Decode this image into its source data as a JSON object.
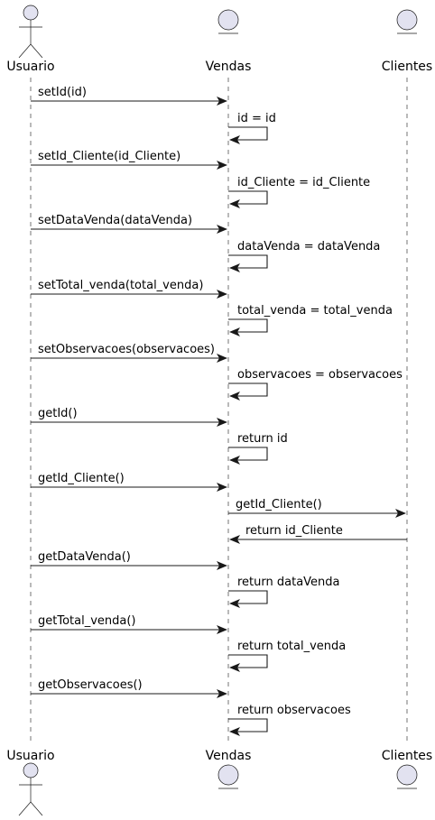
{
  "diagram": {
    "type": "sequence",
    "participants": [
      {
        "id": "usuario",
        "label": "Usuario",
        "kind": "actor"
      },
      {
        "id": "vendas",
        "label": "Vendas",
        "kind": "entity"
      },
      {
        "id": "clientes",
        "label": "Clientes",
        "kind": "entity"
      }
    ],
    "messages": [
      {
        "from": "usuario",
        "to": "vendas",
        "label": "setId(id)"
      },
      {
        "from": "vendas",
        "to": "vendas",
        "label": "id = id"
      },
      {
        "from": "usuario",
        "to": "vendas",
        "label": "setId_Cliente(id_Cliente)"
      },
      {
        "from": "vendas",
        "to": "vendas",
        "label": "id_Cliente = id_Cliente"
      },
      {
        "from": "usuario",
        "to": "vendas",
        "label": "setDataVenda(dataVenda)"
      },
      {
        "from": "vendas",
        "to": "vendas",
        "label": "dataVenda = dataVenda"
      },
      {
        "from": "usuario",
        "to": "vendas",
        "label": "setTotal_venda(total_venda)"
      },
      {
        "from": "vendas",
        "to": "vendas",
        "label": "total_venda = total_venda"
      },
      {
        "from": "usuario",
        "to": "vendas",
        "label": "setObservacoes(observacoes)"
      },
      {
        "from": "vendas",
        "to": "vendas",
        "label": "observacoes = observacoes"
      },
      {
        "from": "usuario",
        "to": "vendas",
        "label": "getId()"
      },
      {
        "from": "vendas",
        "to": "vendas",
        "label": "return id"
      },
      {
        "from": "usuario",
        "to": "vendas",
        "label": "getId_Cliente()"
      },
      {
        "from": "vendas",
        "to": "clientes",
        "label": "getId_Cliente()"
      },
      {
        "from": "clientes",
        "to": "vendas",
        "label": "return id_Cliente"
      },
      {
        "from": "usuario",
        "to": "vendas",
        "label": "getDataVenda()"
      },
      {
        "from": "vendas",
        "to": "vendas",
        "label": "return dataVenda"
      },
      {
        "from": "usuario",
        "to": "vendas",
        "label": "getTotal_venda()"
      },
      {
        "from": "vendas",
        "to": "vendas",
        "label": "return total_venda"
      },
      {
        "from": "usuario",
        "to": "vendas",
        "label": "getObservacoes()"
      },
      {
        "from": "vendas",
        "to": "vendas",
        "label": "return observacoes"
      }
    ],
    "colors": {
      "participant_fill": "#e2e2f0",
      "participant_stroke": "#181818",
      "lifeline": "#181818",
      "arrow": "#181818"
    }
  }
}
